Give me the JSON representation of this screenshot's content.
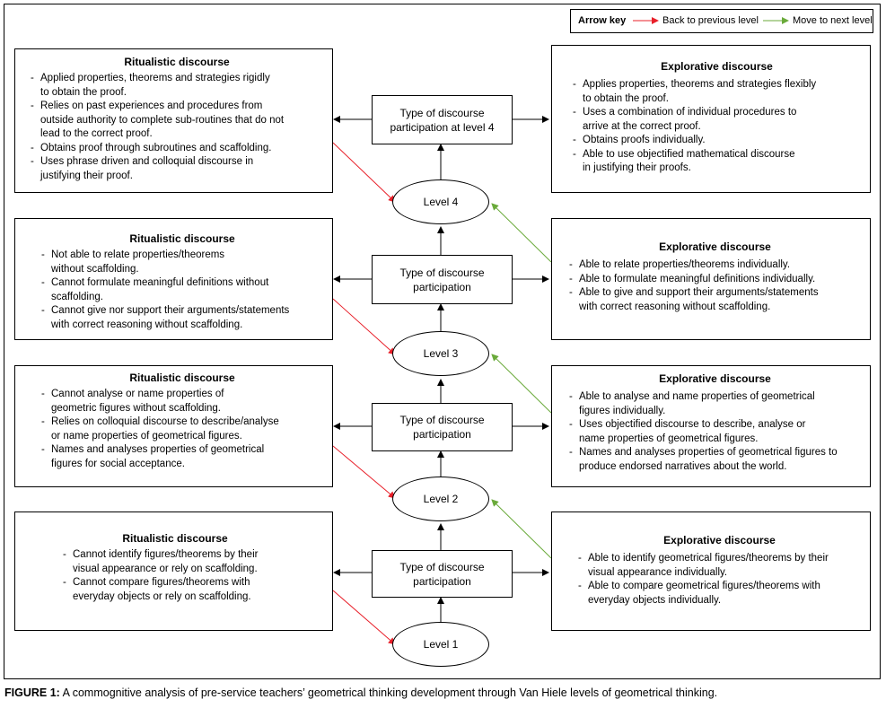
{
  "arrow_key": {
    "title": "Arrow key",
    "back_label": "Back to previous level",
    "next_label": "Move to next level",
    "back_color": "#e8202a",
    "next_color": "#6aaa3a"
  },
  "levels": [
    "Level 4",
    "Level 3",
    "Level 2",
    "Level 1"
  ],
  "participation": [
    [
      "Type of discourse",
      "participation at level 4"
    ],
    [
      "Type of discourse",
      "participation"
    ],
    [
      "Type of discourse",
      "participation"
    ],
    [
      "Type of discourse",
      "participation"
    ]
  ],
  "ritualistic": [
    {
      "title": "Ritualistic discourse",
      "items": [
        [
          "Applied properties, theorems and strategies rigidly",
          "to obtain the proof."
        ],
        [
          "Relies on past experiences and procedures from",
          "outside authority to complete sub-routines that do not",
          "lead to the correct proof."
        ],
        [
          "Obtains proof through subroutines and scaffolding."
        ],
        [
          "Uses phrase driven and colloquial discourse in",
          "justifying their proof."
        ]
      ]
    },
    {
      "title": "Ritualistic discourse",
      "items": [
        [
          "Not able to relate properties/theorems",
          "without scaffolding."
        ],
        [
          "Cannot formulate meaningful definitions without",
          "scaffolding."
        ],
        [
          "Cannot give nor support their arguments/statements",
          "with correct reasoning without scaffolding."
        ]
      ]
    },
    {
      "title": "Ritualistic discourse",
      "items": [
        [
          "Cannot analyse or name properties of",
          "geometric figures without scaffolding."
        ],
        [
          "Relies on colloquial discourse to describe/analyse",
          "or name properties of geometrical figures."
        ],
        [
          "Names and analyses properties of geometrical",
          "figures for social acceptance."
        ]
      ]
    },
    {
      "title": "Ritualistic discourse",
      "items": [
        [
          "Cannot identify figures/theorems by their",
          "visual appearance or rely on scaffolding."
        ],
        [
          "Cannot compare figures/theorems with",
          "everyday objects or rely on scaffolding."
        ]
      ]
    }
  ],
  "explorative": [
    {
      "title": "Explorative discourse",
      "items": [
        [
          "Applies properties, theorems and strategies flexibly",
          "to obtain the proof."
        ],
        [
          "Uses a combination of individual procedures to",
          "arrive at the correct proof."
        ],
        [
          "Obtains proofs individually."
        ],
        [
          "Able to use objectified mathematical discourse",
          "in justifying their proofs."
        ]
      ]
    },
    {
      "title": "Explorative discourse",
      "items": [
        [
          "Able to relate properties/theorems individually."
        ],
        [
          "Able to formulate meaningful definitions individually."
        ],
        [
          "Able to give and support their arguments/statements",
          "with correct reasoning without scaffolding."
        ]
      ]
    },
    {
      "title": "Explorative discourse",
      "items": [
        [
          "Able to analyse and name properties of geometrical",
          "figures individually."
        ],
        [
          "Uses objectified discourse to describe, analyse or",
          "name properties of geometrical figures."
        ],
        [
          "Names and analyses properties of geometrical figures to",
          "produce endorsed narratives about the world."
        ]
      ]
    },
    {
      "title": "Explorative discourse",
      "items": [
        [
          "Able to identify geometrical figures/theorems by their",
          "visual appearance individually."
        ],
        [
          "Able to compare geometrical figures/theorems with",
          "everyday objects individually."
        ]
      ]
    }
  ],
  "caption": {
    "label": "FIGURE 1:",
    "text": "A commognitive analysis of pre-service teachers’ geometrical thinking development through Van Hiele levels of geometrical thinking."
  }
}
